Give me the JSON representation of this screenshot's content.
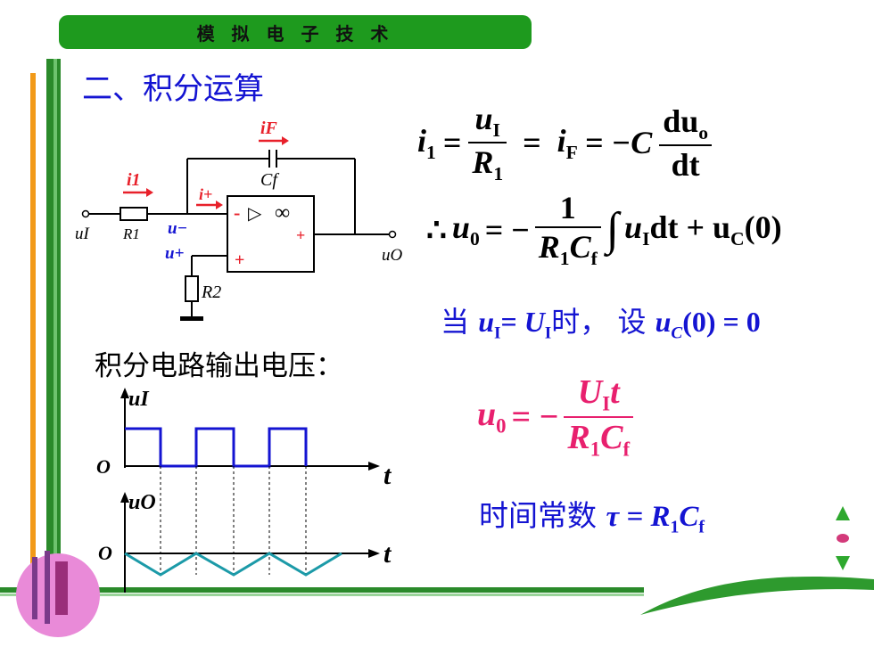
{
  "header": {
    "title": "模 拟 电 子 技 术"
  },
  "section_title": "二、积分运算",
  "caption": "积分电路输出电压：",
  "circuit": {
    "label_iF": "iF",
    "label_Cf": "Cf",
    "label_i1": "i1",
    "label_iplus": "i+",
    "label_uI": "uI",
    "label_R1": "R1",
    "label_uminus": "u−",
    "label_uplus": "u+",
    "label_R2": "R2",
    "label_uO": "uO",
    "opamp_inf": "∞",
    "opamp_triangle": "▷",
    "opamp_minus": "-",
    "opamp_plus": "+",
    "opamp_out_plus": "+"
  },
  "equations": {
    "i1": "i",
    "i1_sub": "1",
    "eq": "=",
    "uI": "u",
    "uI_sub": "I",
    "R1": "R",
    "R1_sub": "1",
    "eq2": "=",
    "iF": "i",
    "iF_sub": "F",
    "eq3": "= −C",
    "du": "du",
    "du_sub": "o",
    "dt": "dt",
    "therefore": "∴",
    "u0": "u",
    "u0_sub": "0",
    "eq4": "= −",
    "one": "1",
    "R1Cf": "R",
    "R1Cf_sub1": "1",
    "R1Cf_C": "C",
    "R1Cf_sub2": "f",
    "integral": "∫",
    "integrand": "u",
    "integrand_sub": "I",
    "integrand_rest": "dt + u",
    "uC_sub": "C",
    "uC_rest": "(0)"
  },
  "condition": {
    "prefix": "当 ",
    "u": "u",
    "u_sub": "I",
    "eq": "= ",
    "U": "U",
    "U_sub": "I",
    "mid": "时，  设 ",
    "uC": "u",
    "uC_sub": "C",
    "tail": "(0) = 0"
  },
  "result": {
    "u0": "u",
    "u0_sub": "0",
    "eq": "= −",
    "num_U": "U",
    "num_U_sub": "I",
    "num_t": "t",
    "den_R": "R",
    "den_R_sub": "1",
    "den_C": "C",
    "den_C_sub": "f"
  },
  "time_constant": {
    "label": "时间常数 ",
    "tau": "τ",
    "eq": " = R",
    "sub1": "1",
    "C": "C",
    "sub2": "f"
  },
  "waveforms": {
    "input_label": "uI",
    "output_label": "uO",
    "origin1": "O",
    "origin2": "O",
    "t1": "t",
    "t2": "t"
  },
  "colors": {
    "header_green": "#1e9a1e",
    "text_blue": "#1414d2",
    "highlight_pink": "#e8206e",
    "circuit_red": "#e8202a",
    "wave_blue": "#1414d2",
    "wave_teal": "#1c9aa8"
  }
}
